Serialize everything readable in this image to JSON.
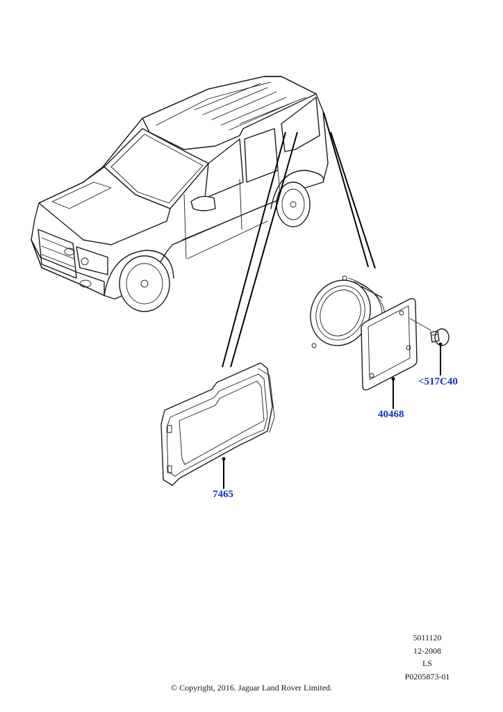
{
  "callouts": {
    "gasket": "7465",
    "cover_plate": "40468",
    "fastener": "<517C40"
  },
  "reference": {
    "line1": "5011120",
    "line2": "12-2008",
    "line3": "LS",
    "line4": "P0205873-01"
  },
  "copyright": "© Copyright, 2016. Jaguar Land Rover Limited.",
  "colors": {
    "callout": "#1530c8",
    "line": "#1a1a1a"
  }
}
